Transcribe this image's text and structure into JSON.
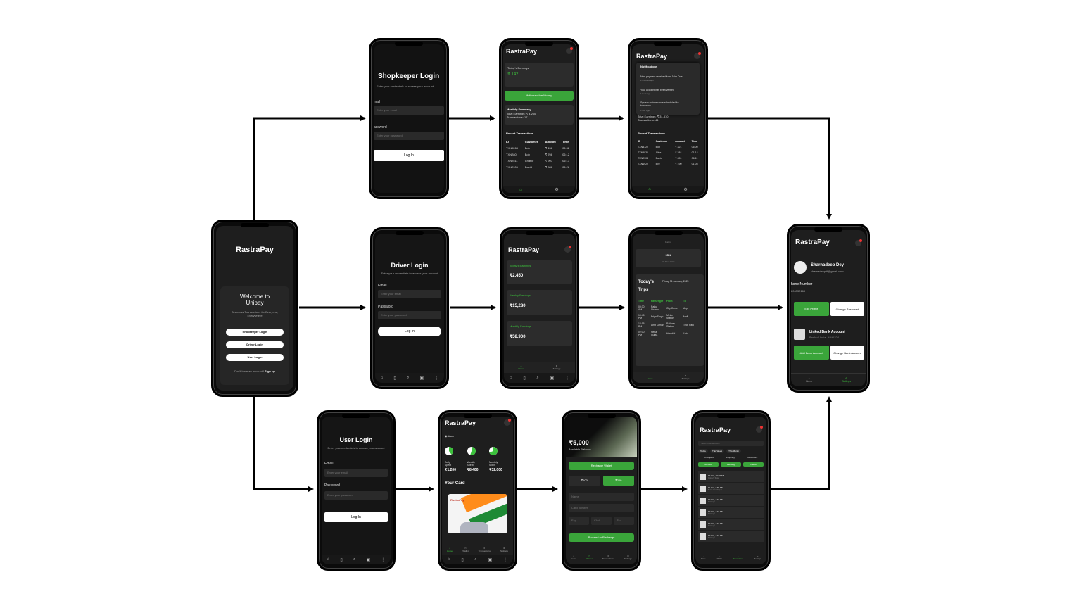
{
  "start": {
    "brand": "RastraPay",
    "welcome": "Welcome to Unipay",
    "tagline": "Seamless Transactions for Everyone, Everywhere",
    "buttons": [
      "Shopkeeper Login",
      "Driver Login",
      "User Login"
    ],
    "signup_prompt": "Don't have an account?",
    "signup_link": "Sign up"
  },
  "shopkeeper_login": {
    "title": "Shopkeeper Login",
    "subtitle": "Enter your credentials to access your account",
    "email_label": "mail",
    "email_placeholder": "Enter your email",
    "password_label": "assword",
    "password_placeholder": "Enter your password",
    "login_button": "Log In"
  },
  "shop_dash": {
    "brand": "RastraPay",
    "earnings_label": "Today's Earnings",
    "earnings_value": "₹ 142",
    "withdraw_button": "Withdraw the Money",
    "monthly_title": "Monthly Summary",
    "monthly_lines": [
      "Total Earnings: ₹ 4,260",
      "Transactions: 17"
    ],
    "recent_title": "Recent Transactions",
    "table_headers": [
      "ID",
      "Customer",
      "Amount",
      "Time"
    ],
    "rows": [
      [
        "TXN0263",
        "Bob",
        "₹ 158",
        "06:52"
      ],
      [
        "TXN280",
        "Bob",
        "₹ 708",
        "06:12"
      ],
      [
        "TXN2511",
        "Charlie",
        "₹ 997",
        "06:13"
      ],
      [
        "TXN2906",
        "David",
        "₹ 986",
        "06:28"
      ]
    ]
  },
  "shop_notif": {
    "brand": "RastraPay",
    "panel_title": "Notifications",
    "notes": [
      {
        "text": "New payment received from John Doe",
        "time": "2 minutes ago"
      },
      {
        "text": "Your account has been verified",
        "time": "1 hour ago"
      },
      {
        "text": "System maintenance scheduled for tomorrow",
        "time": "1 day ago"
      }
    ],
    "summary_lines": [
      "Total Earnings: ₹ 31,810",
      "Transactions: 44"
    ],
    "recent_title": "Recent Transactions",
    "table_headers": [
      "ID",
      "Customer",
      "Amount",
      "Time"
    ],
    "rows": [
      [
        "TXN4122",
        "Bob",
        "₹ 321",
        "06:00"
      ],
      [
        "TXN4031",
        "Alice",
        "₹ 384",
        "01:14"
      ],
      [
        "TXN2904",
        "David",
        "₹ 651",
        "06:11"
      ],
      [
        "TXN1922",
        "Eve",
        "₹ 190",
        "01:05"
      ]
    ]
  },
  "driver_login": {
    "title": "Driver Login",
    "subtitle": "Enter your credentials to access your account",
    "email_label": "Email",
    "email_placeholder": "Enter your email",
    "password_label": "Password",
    "password_placeholder": "Enter your password",
    "login_button": "Log In"
  },
  "driver_dash": {
    "brand": "RastraPay",
    "cards": [
      {
        "label": "Today's Earnings",
        "value": "₹2,450"
      },
      {
        "label": "Weekly Earnings",
        "value": "₹15,280"
      },
      {
        "label": "Monthly Earnings",
        "value": "₹58,900"
      }
    ],
    "nav": [
      "Home",
      "Settings"
    ]
  },
  "driver_trips": {
    "top_label": "Rating",
    "percent": "95%",
    "percent_sub": "On Time Rate",
    "trips_title": "Today's Trips",
    "date": "Friday 31 January, 2025",
    "headers": [
      "Time",
      "Passenger",
      "From",
      "To"
    ],
    "rows": [
      [
        "09:30 AM",
        "Rahul Sharma",
        "City Center",
        "Airp"
      ],
      [
        "10:45 PM",
        "Priya Singh",
        "Metro Station",
        "Mall"
      ],
      [
        "12:15 PM",
        "Amit Kumar",
        "Railway Station",
        "Tech Park"
      ],
      [
        "02:00 PM",
        "Neha Gupta",
        "Hospital",
        "Univ"
      ]
    ],
    "nav": [
      "Home",
      "Settings"
    ]
  },
  "user_login": {
    "title": "User Login",
    "subtitle": "Enter your credentials to access your account",
    "email_label": "Email",
    "email_placeholder": "Enter your email",
    "password_label": "Password",
    "password_placeholder": "Enter your password",
    "login_button": "Log In"
  },
  "user_dash": {
    "brand": "RastraPay",
    "user_label": "User",
    "stats": [
      {
        "label": "Daily Spent",
        "value": "₹1,200",
        "fill": 0.4
      },
      {
        "label": "Weekly Spent",
        "value": "₹8,400",
        "fill": 0.55
      },
      {
        "label": "Monthly Spent",
        "value": "₹32,000",
        "fill": 0.7
      }
    ],
    "card_title": "Your Card",
    "card_brand": "RastraPay",
    "nav": [
      "Home",
      "Wallet",
      "Transactions",
      "Settings"
    ]
  },
  "wallet": {
    "balance": "₹5,000",
    "balance_label": "Available Balance",
    "recharge_button": "Recharge Wallet",
    "amount_left": "₹100",
    "amount_right": "₹200",
    "name_ph": "Name",
    "card_ph": "Card number",
    "exp_ph": "Exp",
    "cvv_ph": "CVV",
    "zip_ph": "Zip",
    "proceed_button": "Proceed to Recharge",
    "nav": [
      "Home",
      "Wallet",
      "Transactions",
      "Settings"
    ]
  },
  "transactions": {
    "brand": "RastraPay",
    "search_ph": "Search transactions",
    "filters": [
      "Today",
      "This Week",
      "This Month"
    ],
    "types": [
      "Transport",
      "Shopping",
      "Restaurant"
    ],
    "status": [
      "Success",
      "Pending",
      "Failed"
    ],
    "items": [
      {
        "date": "12 Oct, 10:30 AM",
        "desc": "Grocery Store"
      },
      {
        "date": "11 Oct, 1:45 PM",
        "desc": "Metro Card Topup"
      },
      {
        "date": "10 Oct, 1:15 PM",
        "desc": "Railways"
      },
      {
        "date": "10 Oct, 1:15 PM",
        "desc": "Railways"
      },
      {
        "date": "10 Oct, 1:15 PM",
        "desc": "Railways"
      },
      {
        "date": "10 Oct, 1:15 PM",
        "desc": "Railways"
      }
    ],
    "nav": [
      "Home",
      "Wallet",
      "Transactions",
      "Settings"
    ]
  },
  "profile": {
    "brand": "RastraPay",
    "name": "Sharnadeep Dey",
    "email": "sharnadeepdi@gmail.com",
    "phone_label": "hone Number",
    "phone": "206332168",
    "edit_button": "Edit Profile",
    "change_pw_button": "Change Password",
    "bank_title": "Linked Bank Account",
    "bank_sub": "Bank of India - ****1224",
    "add_bank_button": "Add Bank Account",
    "change_bank_button": "Change Bank Account",
    "nav": [
      "Home",
      "Settings"
    ]
  }
}
